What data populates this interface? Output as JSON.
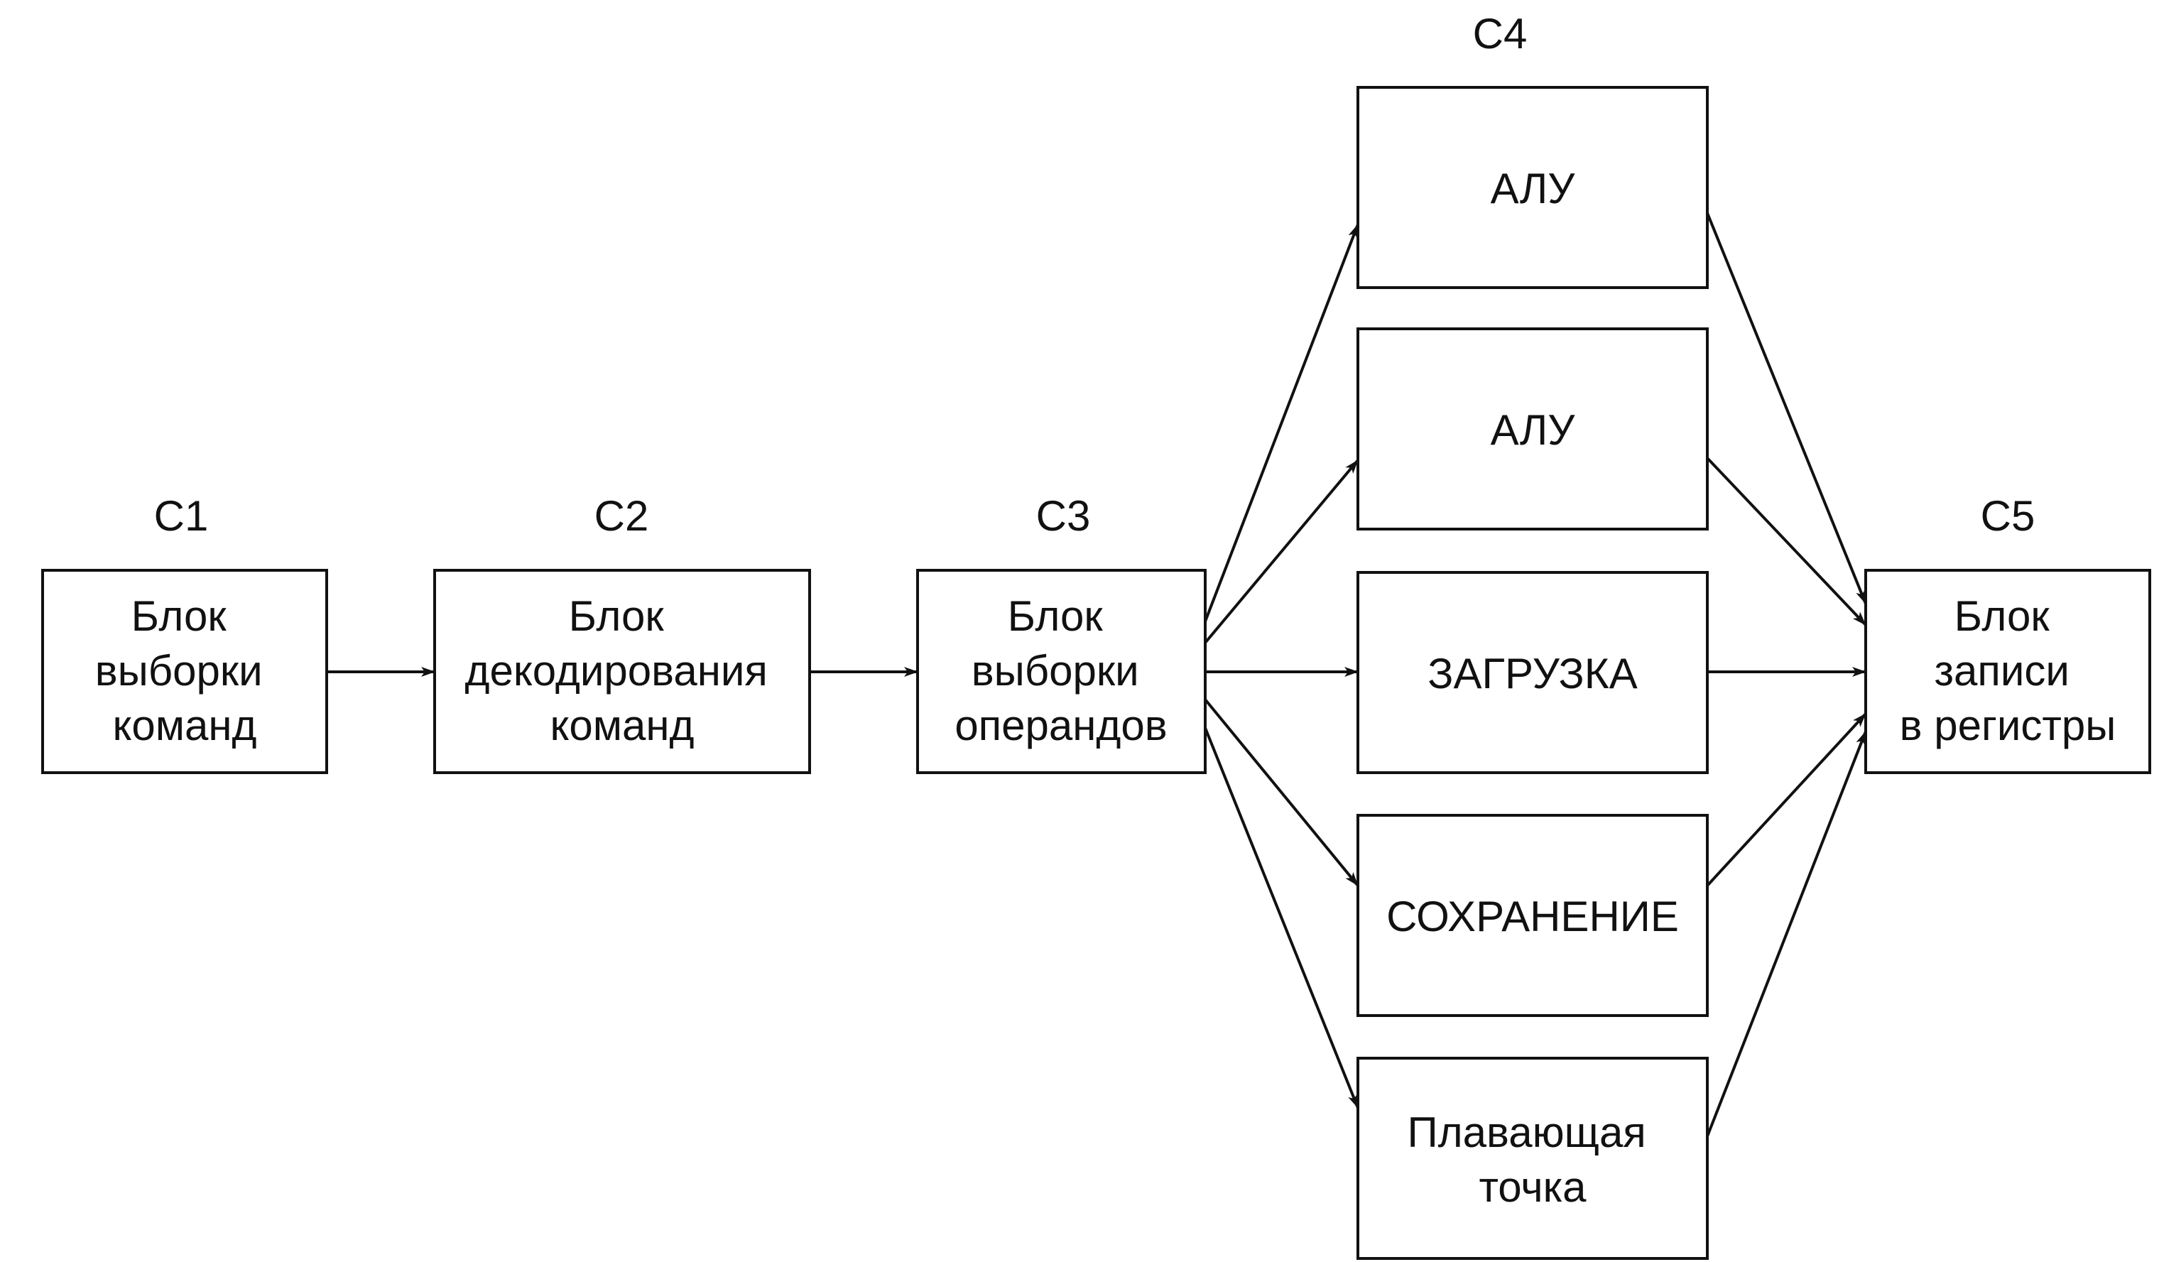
{
  "stages": {
    "c1": "С1",
    "c2": "С2",
    "c3": "С3",
    "c4": "С4",
    "c5": "С5"
  },
  "blocks": {
    "fetch": [
      "Блок",
      "выборки",
      "команд"
    ],
    "decode": [
      "Блок",
      "декодирования",
      "команд"
    ],
    "operand": [
      "Блок",
      "выборки",
      "операндов"
    ],
    "alu1": [
      "АЛУ"
    ],
    "alu2": [
      "АЛУ"
    ],
    "load": [
      "ЗАГРУЗКА"
    ],
    "store": [
      "СОХРАНЕНИЕ"
    ],
    "float": [
      "Плавающая",
      "точка"
    ],
    "writeback": [
      "Блок",
      "записи",
      "в регистры"
    ]
  },
  "edges": [
    {
      "from": "fetch",
      "to": "decode"
    },
    {
      "from": "decode",
      "to": "operand"
    },
    {
      "from": "operand",
      "to": "alu1"
    },
    {
      "from": "operand",
      "to": "alu2"
    },
    {
      "from": "operand",
      "to": "load"
    },
    {
      "from": "operand",
      "to": "store"
    },
    {
      "from": "operand",
      "to": "float"
    },
    {
      "from": "alu1",
      "to": "writeback"
    },
    {
      "from": "alu2",
      "to": "writeback"
    },
    {
      "from": "load",
      "to": "writeback"
    },
    {
      "from": "store",
      "to": "writeback"
    },
    {
      "from": "float",
      "to": "writeback"
    }
  ],
  "colors": {
    "line": "#111111",
    "background": "#ffffff"
  }
}
